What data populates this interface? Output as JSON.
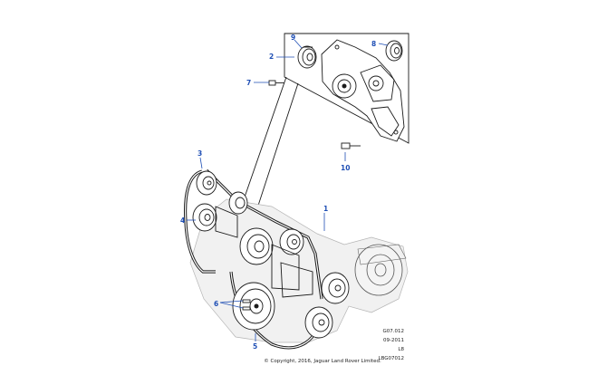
{
  "callouts": {
    "c1": "1",
    "c2": "2",
    "c3": "3",
    "c4": "4",
    "c5": "5",
    "c6": "6",
    "c7": "7",
    "c8": "8",
    "c9": "9",
    "c10": "10"
  },
  "references": [
    "G07.012",
    "09-2011",
    "L8",
    "LBG07012"
  ],
  "copyright": "© Copyright, 2016, Jaguar Land Rover Limited."
}
